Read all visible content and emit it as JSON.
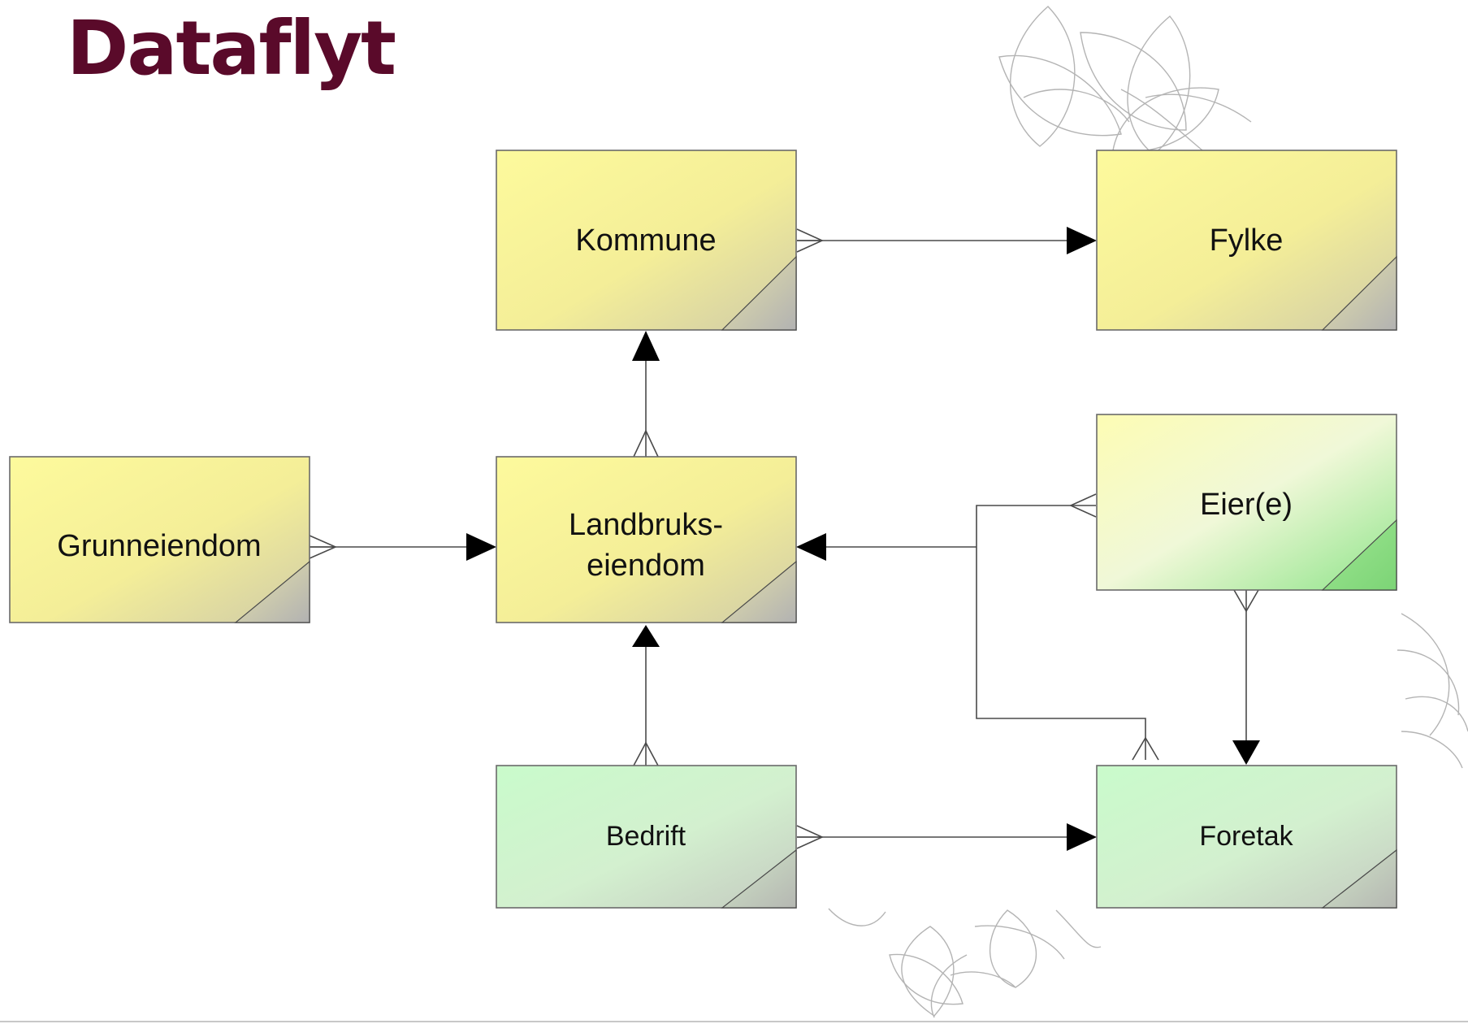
{
  "title": "Dataflyt",
  "colors": {
    "title": "#5a0a2a",
    "yellow_box_fill": "#fbf6a0",
    "green_box_fill": "#cdf7cf",
    "eier_box_fill": "#eef9c8",
    "line": "#4a4a4a",
    "ornament": "#b0b0b0"
  },
  "diagram": {
    "type": "data-flow / entity-relationship",
    "nodes": [
      {
        "id": "kommune",
        "label": "Kommune",
        "color": "yellow"
      },
      {
        "id": "fylke",
        "label": "Fylke",
        "color": "yellow"
      },
      {
        "id": "grunneiendom",
        "label": "Grunneiendom",
        "color": "yellow"
      },
      {
        "id": "landbrukseiendom",
        "label_line1": "Landbruks-",
        "label_line2": "eiendom",
        "color": "yellow"
      },
      {
        "id": "eier",
        "label": "Eier(e)",
        "color": "yellow-green"
      },
      {
        "id": "bedrift",
        "label": "Bedrift",
        "color": "green"
      },
      {
        "id": "foretak",
        "label": "Foretak",
        "color": "green"
      }
    ],
    "edges": [
      {
        "from": "kommune",
        "to": "fylke",
        "from_end": "crow's foot (many)",
        "to_end": "arrow"
      },
      {
        "from": "landbrukseiendom",
        "to": "kommune",
        "from_end": "crow's foot (many)",
        "to_end": "arrow"
      },
      {
        "from": "grunneiendom",
        "to": "landbrukseiendom",
        "from_end": "crow's foot (many)",
        "to_end": "arrow"
      },
      {
        "from": "eier",
        "to": "landbrukseiendom",
        "from_end": "crow's foot (many)",
        "to_end": "arrow"
      },
      {
        "from": "foretak",
        "to": "landbrukseiendom",
        "from_end": "crow's foot (many)",
        "to_end": "arrow"
      },
      {
        "from": "bedrift",
        "to": "landbrukseiendom",
        "from_end": "crow's foot (many)",
        "to_end": "arrow"
      },
      {
        "from": "eier",
        "to": "foretak",
        "from_end": "crow's foot (many)",
        "to_end": "arrow"
      },
      {
        "from": "bedrift",
        "to": "foretak",
        "from_end": "crow's foot (many)",
        "to_end": "arrow"
      }
    ]
  }
}
